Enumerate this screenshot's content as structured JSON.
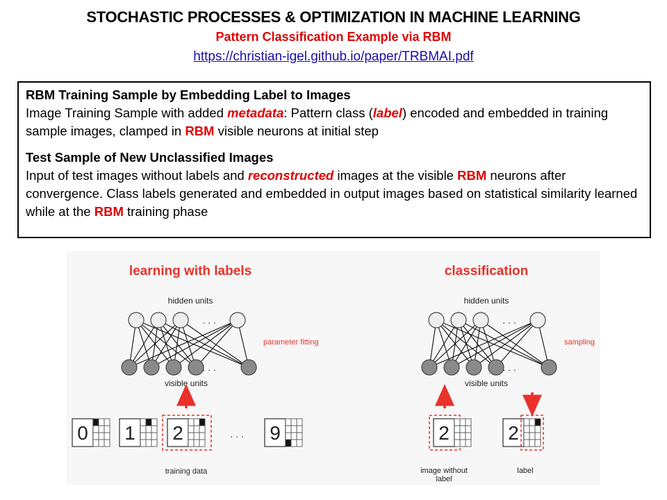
{
  "header": {
    "title": "STOCHASTIC PROCESSES & OPTIMIZATION IN MACHINE LEARNING",
    "subtitle": "Pattern Classification Example via RBM",
    "link": "https://christian-igel.github.io/paper/TRBMAI.pdf"
  },
  "box": {
    "section1": {
      "heading": "RBM Training Sample by Embedding Label to Images",
      "p1": "Image Training Sample with added ",
      "e1": "metadata",
      "p2": ": Pattern class (",
      "e2": "label",
      "p3": ") encoded and  embedded in training sample images, clamped in ",
      "e3": "RBM",
      "p4": " visible neurons at initial step"
    },
    "section2": {
      "heading": "Test Sample of New Unclassified Images",
      "p1": "Input of test images without labels and ",
      "e1": "reconstructed",
      "p2": " images at the visible ",
      "e2": "RBM",
      "p3": " neurons after convergence. Class labels generated and embedded in output images based on statistical similarity learned while at the ",
      "e3": "RBM",
      "p4": " training phase"
    }
  },
  "figure": {
    "left": {
      "title": "learning with labels",
      "hidden_label": "hidden units",
      "visible_label": "visible units",
      "side_label": "parameter fitting",
      "ellipsis": ". . .",
      "data_label": "training data",
      "digits": [
        "0",
        "1",
        "2",
        "9"
      ]
    },
    "right": {
      "title": "classification",
      "hidden_label": "hidden units",
      "visible_label": "visible units",
      "side_label": "sampling",
      "ellipsis": ". . .",
      "image_label_line1": "image without",
      "image_label_line2": "label",
      "label_label": "label",
      "digits": [
        "2",
        "2"
      ]
    },
    "colors": {
      "accent": "#e8322a",
      "hidden_unit": "#eeeeee",
      "visible_unit": "#8a8a8a"
    }
  }
}
